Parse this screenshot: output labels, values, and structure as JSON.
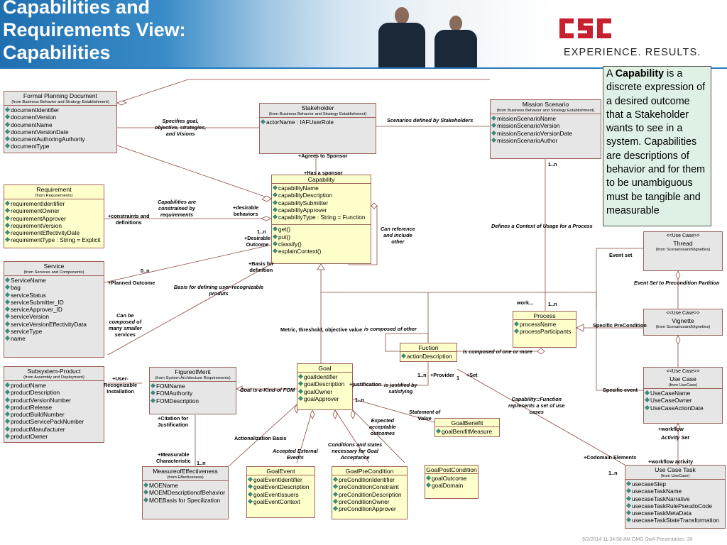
{
  "slide": {
    "title": "Capabilities and\nRequirements View:\nCapabilities",
    "logo_text": "EXPERIENCE. RESULTS.",
    "info_text_prefix": "A ",
    "info_text_bold": "Capability",
    "info_text_rest": " is a discrete expression of a desired outcome that a Stakeholder wants to see in a system.  Capabilities are descriptions of behavior and for them to be unambiguous must be tangible and measurable",
    "footer": "9/2/2014 11:34:58 AM OMG SwA Presentation. 30"
  },
  "colors": {
    "box_fill": "#ffffcc",
    "box_fill_grey": "#e6e6e6",
    "box_border": "#a0625a",
    "info_fill": "#dff1e5",
    "title_color": "#ffffff",
    "logo_red": "#c8202f"
  },
  "classes": {
    "formal_planning_document": {
      "name": "Formal Planning Document",
      "source": "(from Business Behavior and Strategy Establishment)",
      "attrs": [
        "documentIdentifier",
        "documentVersion",
        "documentName",
        "documentVersionDate",
        "documentAuthoringAuthority",
        "documentType"
      ]
    },
    "stakeholder": {
      "name": "Stakeholder",
      "source": "(from Business Behavior and Strategy Establishment)",
      "attrs": [
        "actorName : IAFUserRole"
      ]
    },
    "mission_scenario": {
      "name": "Mission Scenario",
      "source": "(from Business Behavior and Strategy Establishment)",
      "attrs": [
        "missionScenarioName",
        "missionScenarioVersion",
        "missionScenarioVersionDate",
        "missionScenarioAuthor"
      ]
    },
    "requirement": {
      "name": "Requirement",
      "source": "(from Requirements)",
      "attrs": [
        "requirementIdentifier",
        "requirementOwner",
        "requirementApprover",
        "requirementVersion",
        "requirementEffectivityDate",
        "requirementType : String = Explicit"
      ]
    },
    "capability": {
      "name": "Capability",
      "attrs": [
        "capabilityName",
        "capabilityDescription",
        "capabilitySubmitter",
        "capabilityApprover",
        "capabilityType : String = Function"
      ],
      "ops": [
        "get()",
        "put()",
        "classify()",
        "explainContext()"
      ]
    },
    "service": {
      "name": "Service",
      "source": "(from Services and Components)",
      "attrs": [
        "ServiceName",
        "bag",
        "serviceStatus",
        "serviceSubmitter_ID",
        "serviceApprover_ID",
        "serviceVersion",
        "serviceVersionEffectivityData",
        "serviceType",
        "name"
      ]
    },
    "thread": {
      "stereo": "<<Use Case>>",
      "name": "Thread",
      "source": "(from ScenariosandVignettes)"
    },
    "vignette": {
      "stereo": "<<Use Case>>",
      "name": "Vignette",
      "source": "(from ScenariosandVignettes)"
    },
    "process": {
      "name": "Process",
      "attrs": [
        "processName",
        "processParticipants"
      ]
    },
    "fuction": {
      "name": "Fuction",
      "attrs": [
        "actionDescription"
      ]
    },
    "subsystem_product": {
      "name": "Subsystem-Product",
      "source": "(from Assembly and Deployment)",
      "attrs": [
        "productName",
        "productDescription",
        "productVersionNumber",
        "productRelease",
        "productBuildNumber",
        "productServicePackNumber",
        "productManufacturer",
        "productOwner"
      ]
    },
    "figure_of_merit": {
      "name": "FigureofMerit",
      "source": "(from System Architecture Requirements)",
      "attrs": [
        "FOMName",
        "FOMAuthority",
        "FOMDescription"
      ]
    },
    "goal": {
      "name": "Goal",
      "attrs": [
        "goalIdentifier",
        "goalDescription",
        "goalOwner",
        "goalApprover"
      ]
    },
    "use_case": {
      "stereo": "<<Use Case>>",
      "name": "Use Case",
      "source": "(from UseCase)",
      "attrs": [
        "UseCaseName",
        "UseCaseOwner",
        "UseCaseActionDate"
      ]
    },
    "goal_benefit": {
      "name": "GoalBenefit",
      "attrs": [
        "goalBenifitMeasure"
      ]
    },
    "measure_of_effectiveness": {
      "name": "MeasureofEffectiveness",
      "source": "(from Effectiveness)",
      "attrs": [
        "MOEName",
        "MOEMDescriptionofBehavior",
        "MOEBasis for Specilization"
      ]
    },
    "goal_event": {
      "name": "GoalEvent",
      "attrs": [
        "goalEventIdentifier",
        "goalEventDescription",
        "goalEventIssuers",
        "goalEventContext"
      ]
    },
    "goal_precondition": {
      "name": "GoalPreCondition",
      "attrs": [
        "preConditionIdentifier",
        "preConditionConstraint",
        "preConditionDescription",
        "preConditionOwner",
        "preConditionApprover"
      ]
    },
    "goal_postcondition": {
      "name": "GoalPostCondition",
      "attrs": [
        "goalOutcome",
        "goalDomain"
      ]
    },
    "use_case_task": {
      "name": "Use Case Task",
      "source": "(from UseCase)",
      "attrs": [
        "usecaseStep",
        "usecaseTaskName",
        "usecaseTaskNarrative",
        "usecaseTaskRulePseudoCode",
        "usecaseTaskMetaData",
        "usecaseTaskStateTransformation"
      ]
    }
  },
  "labels": {
    "specifies_goal": "Specifies goal,\nobjective, strategies,\nand Visions",
    "scenarios_defined": "Scenarios defined by Stakeholders",
    "agrees_to_sponsor": "+Agrees to Sponsor",
    "has_a_sponsor": "+Has a sponsor",
    "capabilities_constrained": "Capabilities are\nconstrained by\nrequirements",
    "constraints_and_definitions": "+constraints and\ndefinitions",
    "desirable_behaviors": "+desirable\nbehaviors",
    "can_reference": "Can reference\nand include\nother",
    "defines_context": "Defines a Context of Usage for a Process",
    "mult_1n_mission": "1..n",
    "mult_1n_cap": "1..n",
    "desirable_outcome": "+Desirable\nOutcome",
    "mult_0n": "0..n",
    "planned_outcome": "+Planned Outcome",
    "basis_for_definition": "+Basis for\ndefinition",
    "basis_for_defining": "Basis for defining user-recognizable\nproduts",
    "event_set": "Event set",
    "event_set_precondition": "Event Set to Precondition Partition",
    "can_be_composed": "Can be\ncomposed of\nmany smaller\nservices",
    "work": "work...",
    "mult_1n_process": "1..n",
    "specific_precondition": "Specific PreCondition",
    "metric_threshold": "Metric, threshold, objective value",
    "is_composed_other": "is composed of other",
    "is_composed_more": "is composed of one or more",
    "user_recognizable": "+User-\nRecognizable\nInstallation",
    "justification": "+justification",
    "justified_by": "is justified by\nsatisfying",
    "mult_1n_goal1": "1..n",
    "provider": "+Provider",
    "mult_1": "1",
    "set": "+Set",
    "goal_kind_of_fom": "Goal is-a-Kind-of FOM",
    "specific_event": "Specific event",
    "capability_function": "Capability::Function\nrepresents a set of use\ncases",
    "mult_1n_goal2": "1..n",
    "statement_of_value": "Statement of\nValue",
    "expected_acceptable": "Expected\nacceptable\noutcomes",
    "citation": "+Citation for\nJustification",
    "actionalization": "Actionalization Basis",
    "accepted_external": "Accepted External\nEvents",
    "conditions_states": "Conditions and states\nnecessary for Goal\nAcceptance",
    "workflow": "+workflow",
    "activity_set": "Activity Set",
    "measurable_characteristic": "+Measurable\nCharacteristic",
    "mult_1n_moe": "1..n",
    "codomain": "+Codomain Elements",
    "workflow_activity": "+workflow activity",
    "mult_1n_task": "1..n"
  }
}
